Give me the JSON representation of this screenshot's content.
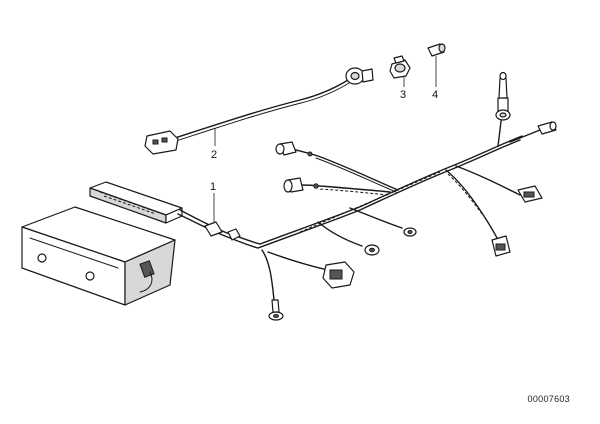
{
  "callouts": [
    {
      "id": "1",
      "label": "1"
    },
    {
      "id": "2",
      "label": "2"
    },
    {
      "id": "3",
      "label": "3"
    },
    {
      "id": "4",
      "label": "4"
    }
  ],
  "document_number": "00007603"
}
